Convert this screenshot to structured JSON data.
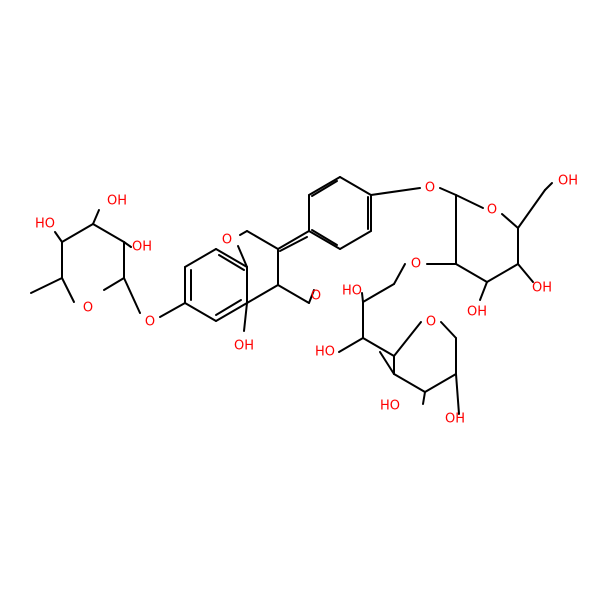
{
  "colors": {
    "bond": "#000000",
    "oxygen": "#ff0000",
    "background": "#ffffff"
  },
  "labels": {
    "oh_rham_c4": "HO",
    "oh_rham_c3": "OH",
    "oh_rham_c2": "OH",
    "o_rham_ring": "O",
    "o_glycosidic_7": "O",
    "o_chromone_ring": "O",
    "o_ketone": "O",
    "oh_5": "OH",
    "o_aryl_ether": "O",
    "o_glc1_ring": "O",
    "oh_glc1_c6": "OH",
    "oh_glc1_c4": "OH",
    "oh_glc1_c3": "OH",
    "o_glycosidic_2": "O",
    "o_glc2_ring": "O",
    "oh_glc2_c2": "HO",
    "oh_glc2_c3": "HO",
    "oh_glc2_c4": "HO",
    "oh_glc2_c6": "OH"
  }
}
